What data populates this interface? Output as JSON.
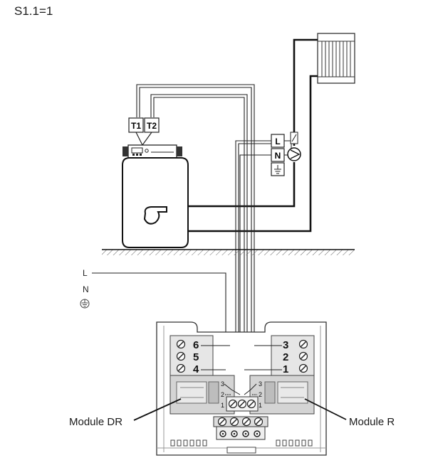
{
  "title": "S1.1=1",
  "boiler": {
    "sensor_labels": [
      "T1",
      "T2"
    ]
  },
  "pump_terminals": [
    "L",
    "N"
  ],
  "supply": {
    "labels": [
      "L",
      "N"
    ],
    "earth_icon": "earth-ground-icon"
  },
  "module_dr": {
    "label": "Module DR",
    "terminals": [
      "6",
      "5",
      "4"
    ],
    "small_terminals": [
      "3",
      "2",
      "1"
    ]
  },
  "module_r": {
    "label": "Module R",
    "terminals": [
      "3",
      "2",
      "1"
    ],
    "small_terminals": [
      "3",
      "2",
      "1"
    ]
  },
  "icons": [
    "radiator-icon",
    "pump-icon",
    "fan-icon",
    "screw-terminal-icon",
    "earth-ground-icon"
  ]
}
